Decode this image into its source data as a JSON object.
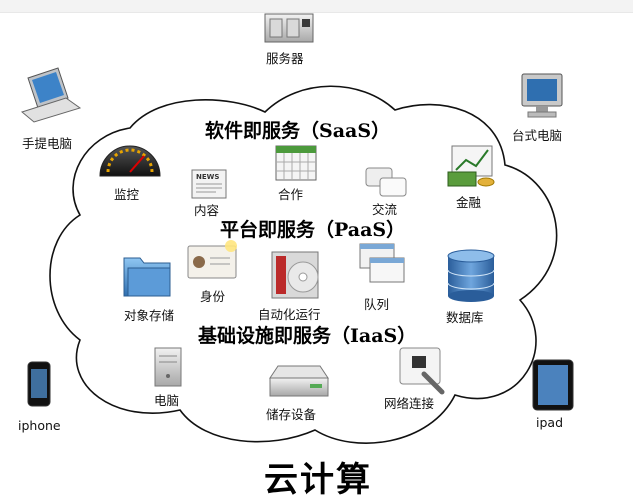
{
  "title": "云计算",
  "layers": {
    "saas": "软件即服务（SaaS）",
    "paas": "平台即服务（PaaS）",
    "iaas": "基础设施即服务（IaaS）"
  },
  "devices": {
    "server": "服务器",
    "laptop": "手提电脑",
    "desktop": "台式电脑",
    "iphone": "iphone",
    "ipad": "ipad"
  },
  "saas_items": {
    "monitor": "监控",
    "content": "内容",
    "collaborate": "合作",
    "communicate": "交流",
    "finance": "金融"
  },
  "paas_items": {
    "object_storage": "对象存储",
    "identity": "身份",
    "automation": "自动化运行",
    "queue": "队列",
    "database": "数据库"
  },
  "iaas_items": {
    "computer": "电脑",
    "storage_device": "储存设备",
    "network": "网络连接"
  },
  "icons": [
    "server-icon",
    "laptop-icon",
    "desktop-icon",
    "iphone-icon",
    "ipad-icon",
    "gauge-icon",
    "news-icon",
    "calendar-icon",
    "chat-icon",
    "money-chart-icon",
    "folder-icon",
    "id-card-icon",
    "disc-icon",
    "windows-icon",
    "database-icon",
    "tower-pc-icon",
    "hard-drive-icon",
    "network-plug-icon"
  ],
  "news_icon_text": "NEWS"
}
